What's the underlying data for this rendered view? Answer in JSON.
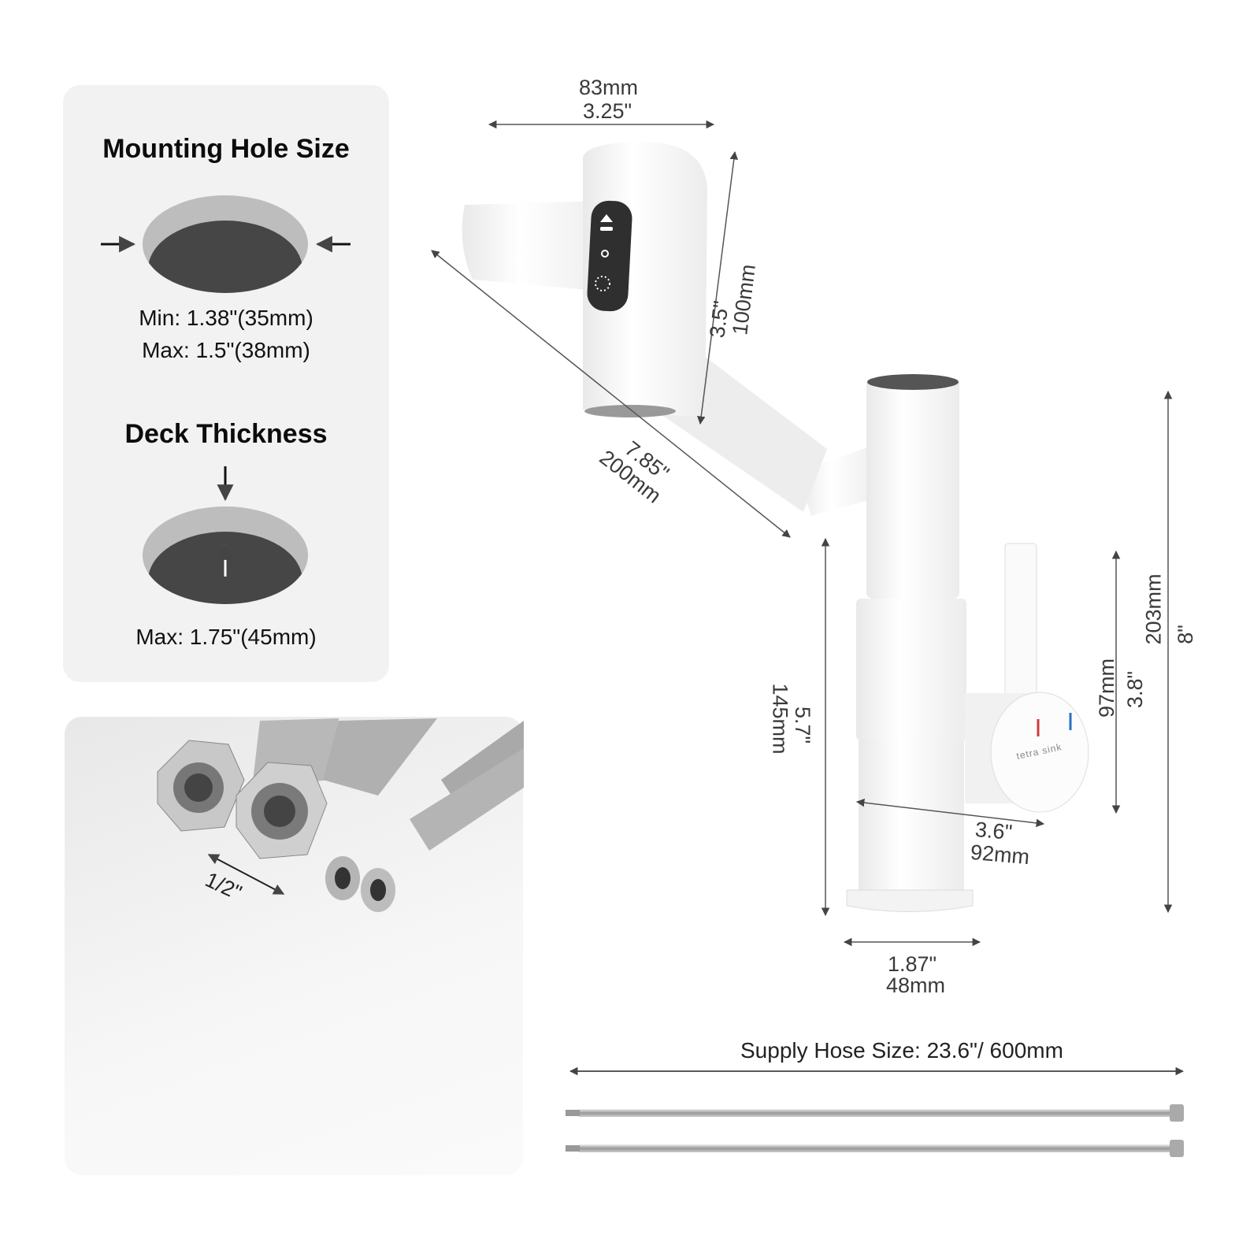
{
  "mounting_hole": {
    "title": "Mounting Hole Size",
    "min": "Min: 1.38\"(35mm)",
    "max": "Max: 1.5\"(38mm)"
  },
  "deck": {
    "title": "Deck Thickness",
    "max": "Max: 1.75\"(45mm)"
  },
  "fitting": {
    "thread_size": "1/2\""
  },
  "dimensions": {
    "spray_head_width_mm": "83mm",
    "spray_head_width_in": "3.25\"",
    "spray_head_height_in": "3.5\"",
    "spray_head_height_mm": "100mm",
    "arm_length_in": "7.85\"",
    "arm_length_mm": "200mm",
    "spout_height_in": "5.7\"",
    "spout_height_mm": "145mm",
    "handle_height_mm": "97mm",
    "handle_height_in": "3.8\"",
    "total_height_mm": "203mm",
    "total_height_in": "8\"",
    "reach_in": "3.6\"",
    "reach_mm": "92mm",
    "base_in": "1.87\"",
    "base_mm": "48mm"
  },
  "hose": {
    "label": "Supply Hose Size: 23.6\"/ 600mm"
  },
  "brand": {
    "logo": "tetra sink"
  },
  "colors": {
    "panel": "#f2f2f2",
    "hole_ring": "#bdbdbd",
    "hole": "#464646",
    "hot": "#d23a3a",
    "cold": "#2a6fc0"
  }
}
